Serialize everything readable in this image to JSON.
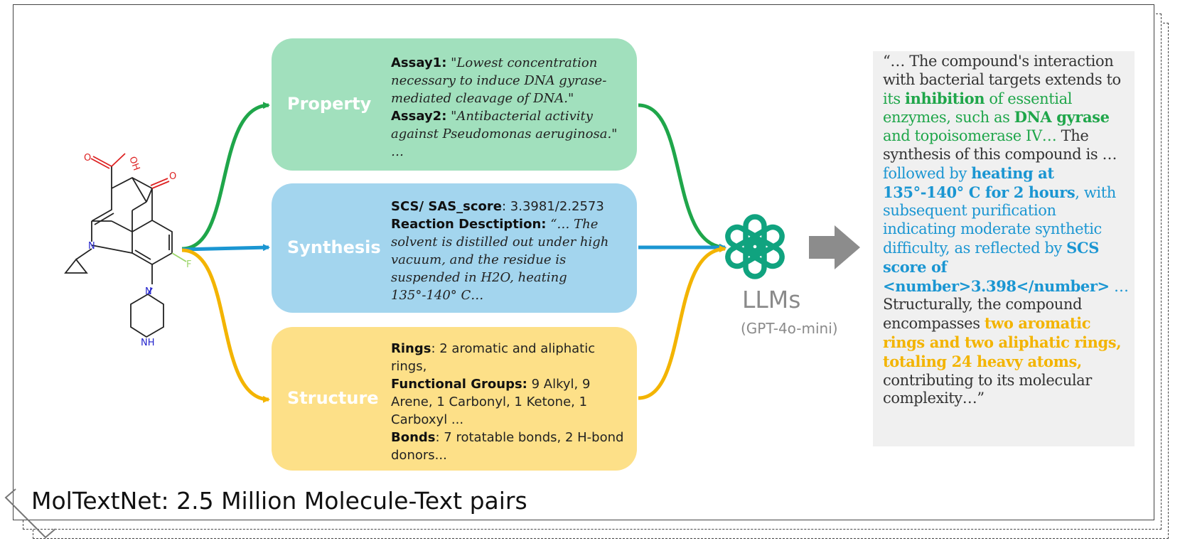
{
  "caption": "MolTextNet: 2.5 Million Molecule-Text pairs",
  "molecule": {
    "atoms": {
      "oh": "OH",
      "o_acid": "O",
      "o_ketone": "O",
      "n1": "N",
      "n_pip": "N",
      "nh": "NH",
      "f": "F"
    }
  },
  "property": {
    "label": "Property",
    "assay1_key": "Assay1:",
    "assay1_val": "\"Lowest concentration necessary to induce DNA gyrase-mediated cleavage of DNA.\"",
    "assay2_key": "Assay2:",
    "assay2_val": "\"Antibacterial activity against Pseudomonas aeruginosa.\"",
    "ellipsis": "…"
  },
  "synthesis": {
    "label": "Synthesis",
    "score_key": "SCS/ SAS_score",
    "score_val": ": 3.3981/2.2573",
    "reaction_key": "Reaction Desctiption:",
    "reaction_val": "“… The solvent is distilled out under high vacuum, and the residue is suspended in H2O, heating 135°-140° C…"
  },
  "structure": {
    "label": "Structure",
    "rings_key": "Rings",
    "rings_val": ": 2 aromatic and aliphatic rings,",
    "fg_key": "Functional Groups:",
    "fg_val": "9 Alkyl, 9 Arene, 1 Carbonyl, 1 Ketone, 1 Carboxyl ...",
    "bonds_key": "Bonds",
    "bonds_val": ": 7 rotatable bonds, 2 H-bond donors..."
  },
  "llm": {
    "label": "LLMs",
    "model": "(GPT-4o-mini)",
    "icon": "openai-logo-icon"
  },
  "quote": {
    "p1": "“… The compound's interaction with bacterial targets extends to ",
    "g1": "its ",
    "g2": "inhibition",
    "g3": " of essential enzymes, such as ",
    "g4": "DNA gyrase",
    "g5": " and topoisomerase IV…",
    "p2": " The synthesis of this compound is … ",
    "b1": "followed by ",
    "b2": "heating at 135°-140° C for 2 hours",
    "b3": ", with subsequent purification indicating moderate synthetic difficulty, as reflected by ",
    "b4": "SCS score of <number>3.398</number>",
    "b5": " …",
    "p3": " Structurally, the compound encompasses ",
    "y1": "two aromatic rings and two aliphatic rings, totaling 24 heavy atoms,",
    "p4": " contributing to its molecular complexity…”"
  },
  "colors": {
    "green": "#1fa64a",
    "blue": "#1b96d2",
    "yellow": "#f3b400",
    "property_bg": "#a1e0bd",
    "synthesis_bg": "#a3d5ee",
    "structure_bg": "#fde088",
    "logo": "#10a37f",
    "arrow_gray": "#8c8c8c"
  }
}
